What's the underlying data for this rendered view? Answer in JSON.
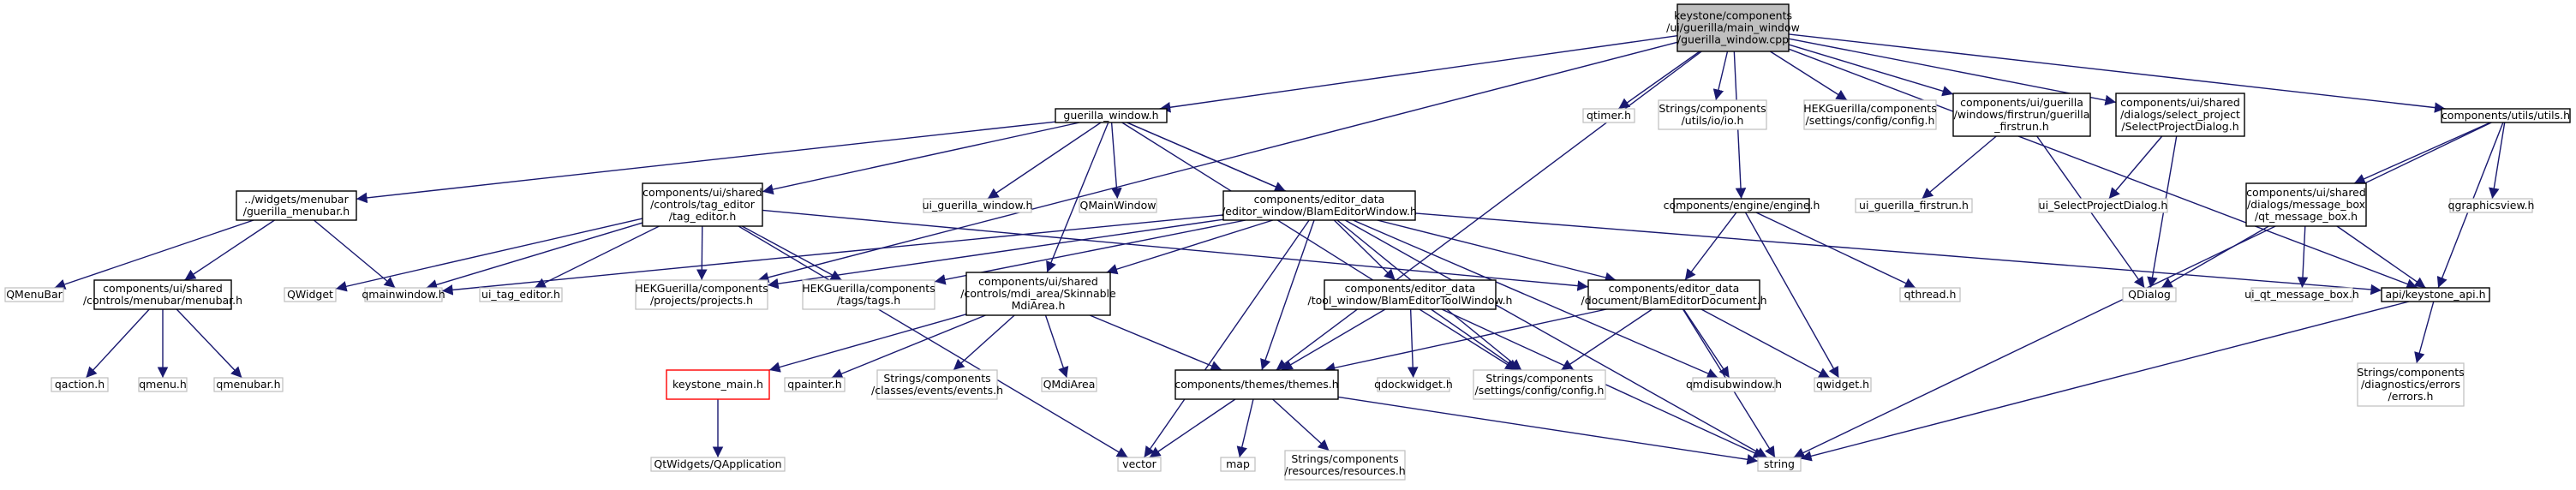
{
  "diagram": {
    "nodes": [
      {
        "id": "root",
        "lines": [
          "keystone/components",
          "/ui/guerilla/main_window",
          "/guerilla_window.cpp"
        ],
        "kind": "root"
      },
      {
        "id": "gw_h",
        "lines": [
          "guerilla_window.h"
        ],
        "kind": "local"
      },
      {
        "id": "qtimer",
        "lines": [
          "qtimer.h"
        ],
        "kind": "system"
      },
      {
        "id": "strings_io",
        "lines": [
          "Strings/components",
          "/utils/io/io.h"
        ],
        "kind": "system"
      },
      {
        "id": "hek_config",
        "lines": [
          "HEKGuerilla/components",
          "/settings/config/config.h"
        ],
        "kind": "system"
      },
      {
        "id": "firstrun_h",
        "lines": [
          "components/ui/guerilla",
          "/windows/firstrun/guerilla",
          "_firstrun.h"
        ],
        "kind": "local"
      },
      {
        "id": "selectproj_h",
        "lines": [
          "components/ui/shared",
          "/dialogs/select_project",
          "/SelectProjectDialog.h"
        ],
        "kind": "local"
      },
      {
        "id": "utils_h",
        "lines": [
          "components/utils/utils.h"
        ],
        "kind": "local"
      },
      {
        "id": "menubar_h",
        "lines": [
          "../widgets/menubar",
          "/guerilla_menubar.h"
        ],
        "kind": "local"
      },
      {
        "id": "tag_editor_h",
        "lines": [
          "components/ui/shared",
          "/controls/tag_editor",
          "/tag_editor.h"
        ],
        "kind": "local"
      },
      {
        "id": "ui_gw",
        "lines": [
          "ui_guerilla_window.h"
        ],
        "kind": "system"
      },
      {
        "id": "qmainwindow",
        "lines": [
          "QMainWindow"
        ],
        "kind": "system"
      },
      {
        "id": "blam_window_h",
        "lines": [
          "components/editor_data",
          "/editor_window/BlamEditorWindow.h"
        ],
        "kind": "local"
      },
      {
        "id": "engine_h",
        "lines": [
          "components/engine/engine.h"
        ],
        "kind": "local"
      },
      {
        "id": "ui_firstrun",
        "lines": [
          "ui_guerilla_firstrun.h"
        ],
        "kind": "system"
      },
      {
        "id": "ui_selectproj",
        "lines": [
          "ui_SelectProjectDialog.h"
        ],
        "kind": "system"
      },
      {
        "id": "msgbox_h",
        "lines": [
          "components/ui/shared",
          "/dialogs/message_box",
          "/qt_message_box.h"
        ],
        "kind": "local"
      },
      {
        "id": "qgraphicsview",
        "lines": [
          "qgraphicsview.h"
        ],
        "kind": "system"
      },
      {
        "id": "qmenubar_cls",
        "lines": [
          "QMenuBar"
        ],
        "kind": "system"
      },
      {
        "id": "shared_menubar_h",
        "lines": [
          "components/ui/shared",
          "/controls/menubar/menubar.h"
        ],
        "kind": "local"
      },
      {
        "id": "qwidget_cls",
        "lines": [
          "QWidget"
        ],
        "kind": "system"
      },
      {
        "id": "qmainwindow_h",
        "lines": [
          "qmainwindow.h"
        ],
        "kind": "system"
      },
      {
        "id": "ui_tag_editor",
        "lines": [
          "ui_tag_editor.h"
        ],
        "kind": "system"
      },
      {
        "id": "hek_projects",
        "lines": [
          "HEKGuerilla/components",
          "/projects/projects.h"
        ],
        "kind": "system"
      },
      {
        "id": "hek_tags",
        "lines": [
          "HEKGuerilla/components",
          "/tags/tags.h"
        ],
        "kind": "system"
      },
      {
        "id": "mdi_area_h",
        "lines": [
          "components/ui/shared",
          "/controls/mdi_area/Skinnable",
          "MdiArea.h"
        ],
        "kind": "local"
      },
      {
        "id": "tool_window_h",
        "lines": [
          "components/editor_data",
          "/tool_window/BlamEditorToolWindow.h"
        ],
        "kind": "local"
      },
      {
        "id": "blam_doc_h",
        "lines": [
          "components/editor_data",
          "/document/BlamEditorDocument.h"
        ],
        "kind": "local"
      },
      {
        "id": "qthread",
        "lines": [
          "qthread.h"
        ],
        "kind": "system"
      },
      {
        "id": "qdialog",
        "lines": [
          "QDialog"
        ],
        "kind": "system"
      },
      {
        "id": "ui_qt_msgbox",
        "lines": [
          "ui_qt_message_box.h"
        ],
        "kind": "system"
      },
      {
        "id": "keystone_api_h",
        "lines": [
          "api/keystone_api.h"
        ],
        "kind": "local"
      },
      {
        "id": "qaction",
        "lines": [
          "qaction.h"
        ],
        "kind": "system"
      },
      {
        "id": "qmenu",
        "lines": [
          "qmenu.h"
        ],
        "kind": "system"
      },
      {
        "id": "qmenubar_h",
        "lines": [
          "qmenubar.h"
        ],
        "kind": "system"
      },
      {
        "id": "keystone_main",
        "lines": [
          "keystone_main.h"
        ],
        "kind": "missing"
      },
      {
        "id": "qpainter",
        "lines": [
          "qpainter.h"
        ],
        "kind": "system"
      },
      {
        "id": "strings_events",
        "lines": [
          "Strings/components",
          "/classes/events/events.h"
        ],
        "kind": "system"
      },
      {
        "id": "qmdiarea",
        "lines": [
          "QMdiArea"
        ],
        "kind": "system"
      },
      {
        "id": "themes_h",
        "lines": [
          "components/themes/themes.h"
        ],
        "kind": "local"
      },
      {
        "id": "qdockwidget",
        "lines": [
          "qdockwidget.h"
        ],
        "kind": "system"
      },
      {
        "id": "strings_config",
        "lines": [
          "Strings/components",
          "/settings/config/config.h"
        ],
        "kind": "system"
      },
      {
        "id": "qmdisubwindow",
        "lines": [
          "qmdisubwindow.h"
        ],
        "kind": "system"
      },
      {
        "id": "qwidget_h",
        "lines": [
          "qwidget.h"
        ],
        "kind": "system"
      },
      {
        "id": "strings_errors",
        "lines": [
          "Strings/components",
          "/diagnostics/errors",
          "/errors.h"
        ],
        "kind": "system"
      },
      {
        "id": "qapplication",
        "lines": [
          "QtWidgets/QApplication"
        ],
        "kind": "system"
      },
      {
        "id": "vector",
        "lines": [
          "vector"
        ],
        "kind": "system"
      },
      {
        "id": "map",
        "lines": [
          "map"
        ],
        "kind": "system"
      },
      {
        "id": "strings_resources",
        "lines": [
          "Strings/components",
          "/resources/resources.h"
        ],
        "kind": "system"
      },
      {
        "id": "string",
        "lines": [
          "string"
        ],
        "kind": "system"
      }
    ],
    "edges": [
      [
        "root",
        "gw_h"
      ],
      [
        "root",
        "qtimer"
      ],
      [
        "root",
        "strings_io"
      ],
      [
        "root",
        "hek_config"
      ],
      [
        "root",
        "firstrun_h"
      ],
      [
        "root",
        "selectproj_h"
      ],
      [
        "root",
        "utils_h"
      ],
      [
        "root",
        "engine_h"
      ],
      [
        "root",
        "themes_h"
      ],
      [
        "root",
        "keystone_api_h"
      ],
      [
        "root",
        "hek_projects"
      ],
      [
        "gw_h",
        "menubar_h"
      ],
      [
        "gw_h",
        "tag_editor_h"
      ],
      [
        "gw_h",
        "ui_gw"
      ],
      [
        "gw_h",
        "qmainwindow"
      ],
      [
        "gw_h",
        "blam_window_h"
      ],
      [
        "gw_h",
        "mdi_area_h"
      ],
      [
        "gw_h",
        "strings_config"
      ],
      [
        "gw_h",
        "qmdisubwindow"
      ],
      [
        "firstrun_h",
        "ui_firstrun"
      ],
      [
        "firstrun_h",
        "qdialog"
      ],
      [
        "selectproj_h",
        "ui_selectproj"
      ],
      [
        "selectproj_h",
        "qdialog"
      ],
      [
        "utils_h",
        "msgbox_h"
      ],
      [
        "utils_h",
        "qgraphicsview"
      ],
      [
        "utils_h",
        "keystone_api_h"
      ],
      [
        "utils_h",
        "string"
      ],
      [
        "menubar_h",
        "qmenubar_cls"
      ],
      [
        "menubar_h",
        "shared_menubar_h"
      ],
      [
        "menubar_h",
        "qmainwindow_h"
      ],
      [
        "shared_menubar_h",
        "qaction"
      ],
      [
        "shared_menubar_h",
        "qmenu"
      ],
      [
        "shared_menubar_h",
        "qmenubar_h"
      ],
      [
        "tag_editor_h",
        "qwidget_cls"
      ],
      [
        "tag_editor_h",
        "qmainwindow_h"
      ],
      [
        "tag_editor_h",
        "ui_tag_editor"
      ],
      [
        "tag_editor_h",
        "hek_projects"
      ],
      [
        "tag_editor_h",
        "hek_tags"
      ],
      [
        "tag_editor_h",
        "blam_doc_h"
      ],
      [
        "tag_editor_h",
        "vector"
      ],
      [
        "blam_window_h",
        "qmainwindow_h"
      ],
      [
        "blam_window_h",
        "hek_projects"
      ],
      [
        "blam_window_h",
        "hek_tags"
      ],
      [
        "blam_window_h",
        "mdi_area_h"
      ],
      [
        "blam_window_h",
        "tool_window_h"
      ],
      [
        "blam_window_h",
        "blam_doc_h"
      ],
      [
        "blam_window_h",
        "themes_h"
      ],
      [
        "blam_window_h",
        "keystone_api_h"
      ],
      [
        "blam_window_h",
        "vector"
      ],
      [
        "blam_window_h",
        "strings_config"
      ],
      [
        "blam_window_h",
        "string"
      ],
      [
        "engine_h",
        "blam_doc_h"
      ],
      [
        "engine_h",
        "qthread"
      ],
      [
        "engine_h",
        "qwidget_h"
      ],
      [
        "msgbox_h",
        "qdialog"
      ],
      [
        "msgbox_h",
        "ui_qt_msgbox"
      ],
      [
        "msgbox_h",
        "keystone_api_h"
      ],
      [
        "keystone_api_h",
        "strings_errors"
      ],
      [
        "keystone_api_h",
        "string"
      ],
      [
        "mdi_area_h",
        "keystone_main"
      ],
      [
        "mdi_area_h",
        "qpainter"
      ],
      [
        "mdi_area_h",
        "strings_events"
      ],
      [
        "mdi_area_h",
        "qmdiarea"
      ],
      [
        "mdi_area_h",
        "themes_h"
      ],
      [
        "keystone_main",
        "qapplication"
      ],
      [
        "tool_window_h",
        "themes_h"
      ],
      [
        "tool_window_h",
        "qdockwidget"
      ],
      [
        "tool_window_h",
        "strings_config"
      ],
      [
        "tool_window_h",
        "string"
      ],
      [
        "blam_doc_h",
        "themes_h"
      ],
      [
        "blam_doc_h",
        "strings_config"
      ],
      [
        "blam_doc_h",
        "qmdisubwindow"
      ],
      [
        "blam_doc_h",
        "qwidget_h"
      ],
      [
        "blam_doc_h",
        "string"
      ],
      [
        "themes_h",
        "vector"
      ],
      [
        "themes_h",
        "map"
      ],
      [
        "themes_h",
        "strings_resources"
      ],
      [
        "themes_h",
        "string"
      ]
    ]
  }
}
